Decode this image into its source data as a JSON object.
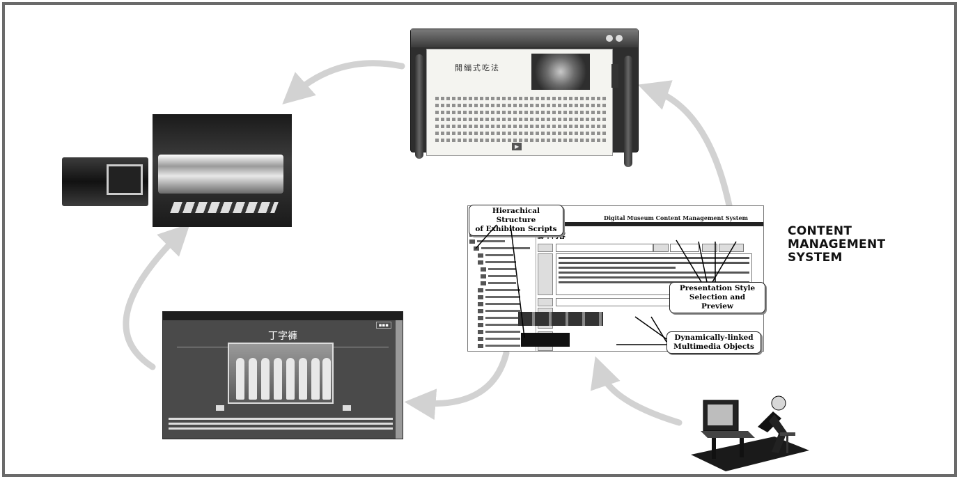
{
  "labels": {
    "cms_line1": "CONTENT",
    "cms_line2": "MANAGEMENT",
    "cms_line3": "SYSTEM"
  },
  "callouts": {
    "hierarchy_line1": "Hierachical Structure",
    "hierarchy_line2": "of Exhibiton Scripts",
    "presentation_line1": "Presentation Style",
    "presentation_line2": "Selection and Preview",
    "multimedia_line1": "Dynamically-linked",
    "multimedia_line2": "Multimedia Objects"
  },
  "cms_screen": {
    "title": "Digital Museum Content Management System",
    "panel_heading": "腳本內容"
  },
  "browser": {
    "heading": "丁字褲"
  },
  "player": {
    "heading": "開繃式吃法"
  },
  "colors": {
    "frame_border": "#6a6a6a",
    "arrow": "#d2d2d2"
  }
}
